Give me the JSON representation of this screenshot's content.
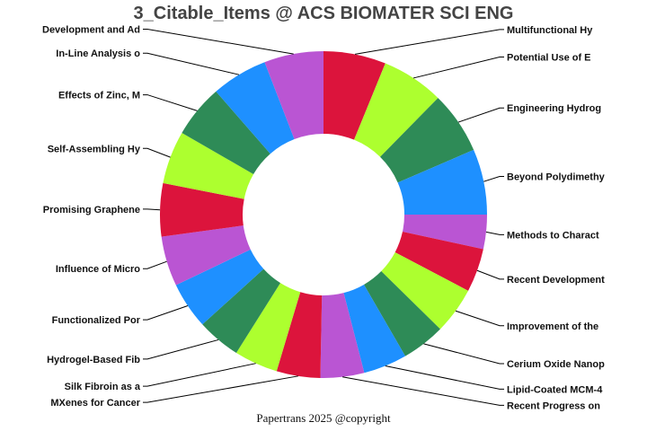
{
  "chart_data": {
    "type": "pie",
    "donut": true,
    "title": "3_Citable_Items @ ACS BIOMATER SCI ENG",
    "footer": "Papertrans 2025 @copyright",
    "slice_colors_cycle": [
      "#DC143C",
      "#ADFF2F",
      "#2E8B57",
      "#1E90FF",
      "#BA55D3"
    ],
    "slices": [
      {
        "label": "Multifunctional Hy",
        "value": 1
      },
      {
        "label": "Potential Use of E",
        "value": 1
      },
      {
        "label": "Engineering Hydrog",
        "value": 1
      },
      {
        "label": "Beyond Polydimethy",
        "value": 1.05
      },
      {
        "label": "Methods to Charact",
        "value": 0.55
      },
      {
        "label": "Recent Development",
        "value": 0.7
      },
      {
        "label": "Improvement of the",
        "value": 0.75
      },
      {
        "label": "Cerium Oxide Nanop",
        "value": 0.7
      },
      {
        "label": "Lipid-Coated MCM-4",
        "value": 0.7
      },
      {
        "label": "Recent Progress on",
        "value": 0.7
      },
      {
        "label": "MXenes for Cancer",
        "value": 0.7
      },
      {
        "label": "Silk Fibroin as a",
        "value": 0.7
      },
      {
        "label": "Hydrogel-Based Fib",
        "value": 0.7
      },
      {
        "label": "Functionalized Por",
        "value": 0.75
      },
      {
        "label": "Influence of Micro",
        "value": 0.8
      },
      {
        "label": "Promising Graphene",
        "value": 0.85
      },
      {
        "label": "Self-Assembling Hy",
        "value": 0.85
      },
      {
        "label": "Effects of Zinc, M",
        "value": 0.85
      },
      {
        "label": "In-Line Analysis o",
        "value": 0.9
      },
      {
        "label": "Development and Ad",
        "value": 0.95
      }
    ]
  }
}
